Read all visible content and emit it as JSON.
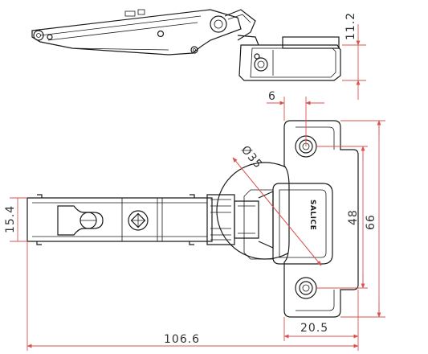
{
  "drawing": {
    "brand_mark": "SALICE",
    "colors": {
      "outline": "#1a1a1a",
      "dimension": "#d9534f",
      "background": "#ffffff"
    },
    "dimensions": {
      "height_side": "11.2",
      "plate_hole_offset": "6",
      "cup_diameter": "Ø35",
      "arm_width": "15.4",
      "hole_spacing": "48",
      "plate_length": "66",
      "plate_depth": "20.5",
      "overall_length": "106.6"
    }
  }
}
